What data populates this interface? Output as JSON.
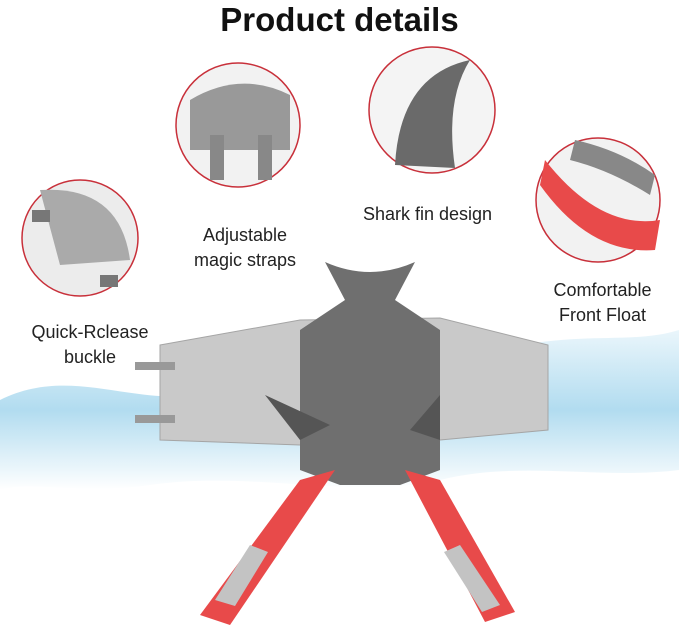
{
  "title": "Product details",
  "features": [
    {
      "line1": "Quick-Rclease",
      "line2": "buckle"
    },
    {
      "line1": "Adjustable",
      "line2": "magic straps"
    },
    {
      "line1": "Shark fin design",
      "line2": ""
    },
    {
      "line1": "Comfortable",
      "line2": "Front Float"
    }
  ],
  "colors": {
    "accent_red": "#c8303a",
    "vest_gray": "#c9c9c9",
    "shark_gray": "#6f6f6f",
    "water": "#bfe3f3"
  }
}
